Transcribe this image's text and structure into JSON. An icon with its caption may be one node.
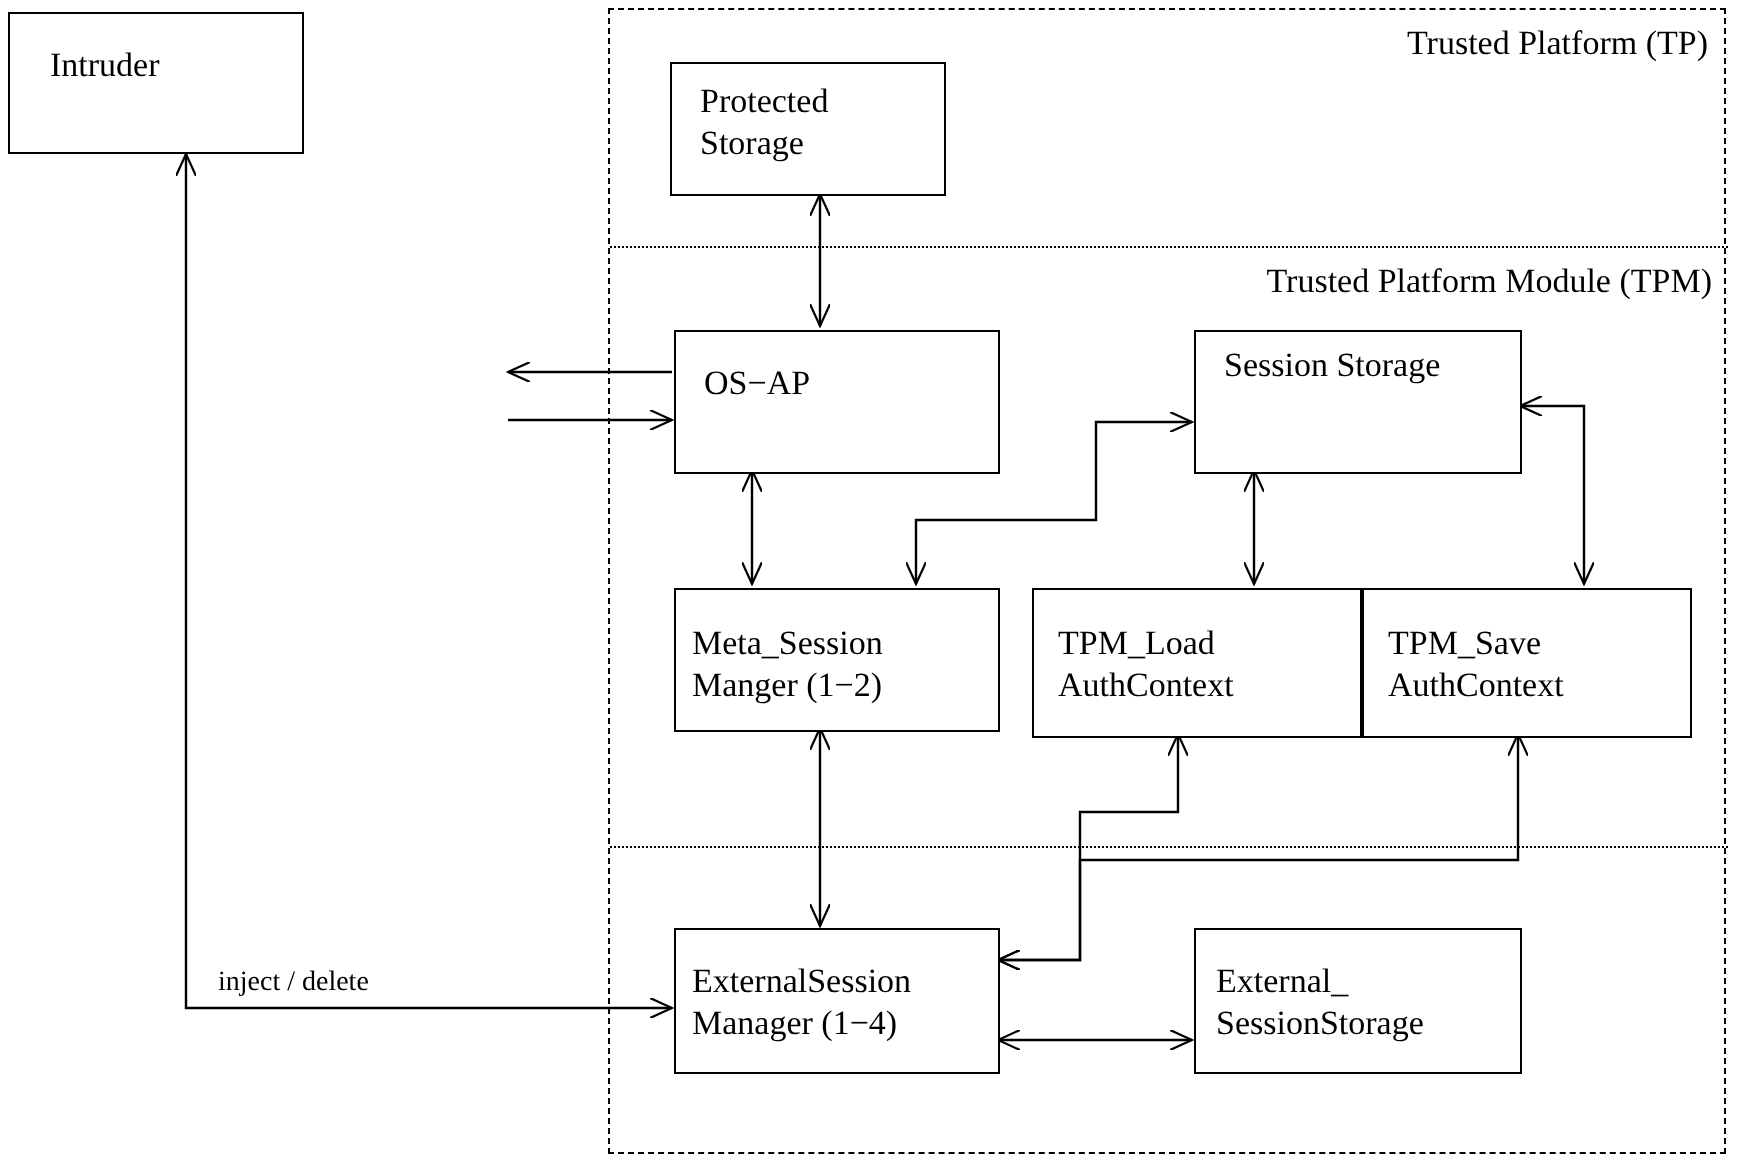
{
  "diagram": {
    "nodes": [
      {
        "text": [
          "Intruder"
        ]
      },
      {
        "text": [
          "Trusted Platform (TP)"
        ]
      },
      {
        "text": [
          "Protected Storage"
        ],
        "in": 1
      },
      {
        "text": [
          "Trusted Platform Module (TPM)"
        ],
        "in": 1
      },
      {
        "text": [
          "OS−AP"
        ],
        "in": 3
      },
      {
        "text": [
          "Session Storage"
        ],
        "in": 3
      },
      {
        "text": [
          "Meta_Session Manger (1−2)"
        ],
        "in": 3
      },
      {
        "text": [
          "TPM_Load AuthContext"
        ],
        "in": 3
      },
      {
        "text": [
          "TPM_Save AuthContext"
        ],
        "in": 3
      },
      {
        "text": [
          "ExternalSession Manager (1−4)"
        ],
        "in": 1
      },
      {
        "text": [
          "External_ SessionStorage"
        ],
        "in": 1
      }
    ],
    "edges": [
      {
        "from": 2,
        "to": 4,
        "arrow": "both"
      },
      {
        "from": 4,
        "to": null,
        "arrow": "to"
      },
      {
        "from": null,
        "to": 4,
        "arrow": "to"
      },
      {
        "from": 4,
        "to": 6,
        "arrow": "both"
      },
      {
        "from": 6,
        "to": 5,
        "arrow": "both"
      },
      {
        "from": 5,
        "to": 7,
        "arrow": "both"
      },
      {
        "from": 5,
        "to": 8,
        "arrow": "both"
      },
      {
        "from": 6,
        "to": 9,
        "arrow": "both"
      },
      {
        "from": 7,
        "to": 9,
        "arrow": "both"
      },
      {
        "from": 8,
        "to": 9,
        "arrow": "both"
      },
      {
        "from": 0,
        "to": 9,
        "arrow": "both",
        "label": "inject / delete"
      },
      {
        "from": 9,
        "to": 10,
        "arrow": "both"
      }
    ]
  }
}
